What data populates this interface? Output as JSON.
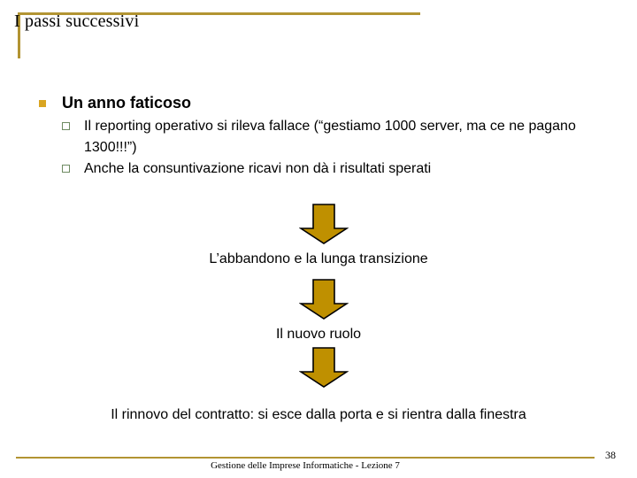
{
  "slide": {
    "title": "I passi successivi",
    "accent_color": "#B29432",
    "arrow_fill_color": "#BF9000",
    "arrow_stroke_color": "#000000",
    "bullet_level1_color": "#D9A521",
    "bullet_level2_color": "#6E8B62",
    "background_color": "#FFFFFF"
  },
  "bullets": {
    "level1": {
      "marker": "filled-square-bullet",
      "text": "Un anno faticoso"
    },
    "level2": [
      {
        "marker": "hollow-square-bullet",
        "text": "Il reporting operativo si rileva fallace (“gestiamo 1000 server, ma ce ne pagano 1300!!!”)"
      },
      {
        "marker": "hollow-square-bullet",
        "text": "Anche la consuntivazione ricavi non dà i risultati sperati"
      }
    ]
  },
  "flow": {
    "arrow_icon_name": "down-arrow-icon",
    "steps": [
      {
        "caption": "L’abbandono e la lunga transizione"
      },
      {
        "caption": "Il nuovo ruolo"
      },
      {
        "caption": "Il rinnovo del contratto: si esce dalla porta e si rientra dalla finestra"
      }
    ]
  },
  "footer": {
    "text": "Gestione delle Imprese Informatiche - Lezione 7",
    "page_number": "38"
  }
}
